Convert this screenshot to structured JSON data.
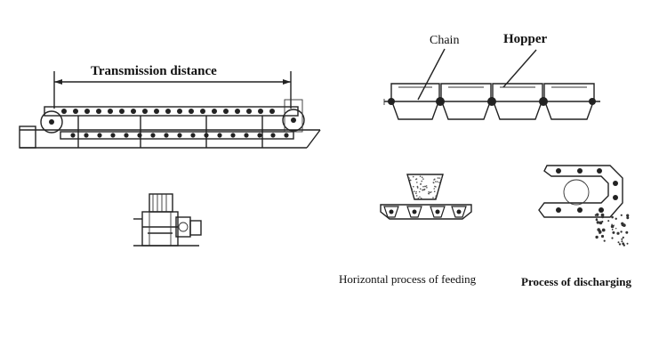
{
  "labels": {
    "transmission_distance": "Transmission distance",
    "chain": "Chain",
    "hopper": "Hopper",
    "horizontal_feeding": "Horizontal process of feeding",
    "discharging": "Process of discharging"
  }
}
